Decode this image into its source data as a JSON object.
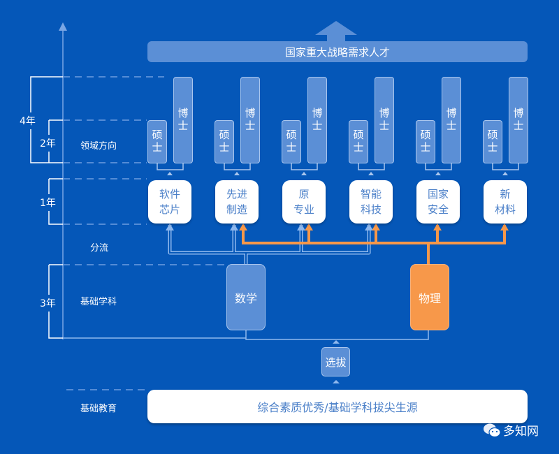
{
  "title": "国家重大战略需求人才",
  "stages": {
    "field_direction": "领域方向",
    "diversion": "分流",
    "basic_subject": "基础学科",
    "basic_education": "基础教育"
  },
  "durations": {
    "four_year": "4年",
    "two_year": "2年",
    "one_year": "1年",
    "three_year": "3年"
  },
  "degrees": {
    "master": "硕士",
    "doctor": "博士"
  },
  "fields": [
    {
      "label": "软件芯片",
      "line1": "软件",
      "line2": "芯片"
    },
    {
      "label": "先进制造",
      "line1": "先进",
      "line2": "制造"
    },
    {
      "label": "原专业",
      "line1": "原",
      "line2": "专业"
    },
    {
      "label": "智能科技",
      "line1": "智能",
      "line2": "科技"
    },
    {
      "label": "国家安全",
      "line1": "国家",
      "line2": "安全"
    },
    {
      "label": "新材料",
      "line1": "新",
      "line2": "材料"
    }
  ],
  "subjects": {
    "math": "数学",
    "physics": "物理"
  },
  "selection": "选拔",
  "foundation": "综合素质优秀/基础学科拔尖生源",
  "watermark": "多知网",
  "colors": {
    "background": "#0557b8",
    "light_blue": "#5b8fd6",
    "orange": "#f7984a",
    "line_blue": "#8fb8ee"
  }
}
